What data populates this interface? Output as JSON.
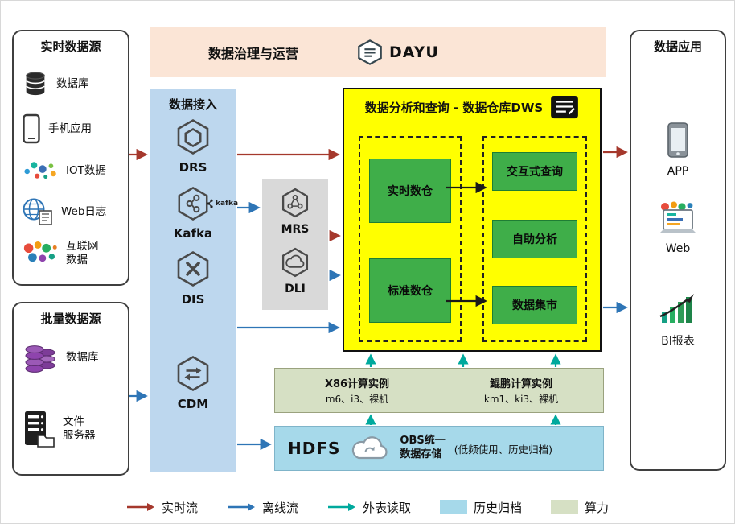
{
  "colors": {
    "realtime_flow": "#a5382c",
    "offline_flow": "#2e75b6",
    "external_read": "#00a99d",
    "archive_bg": "#a6d9ea",
    "compute_bg": "#d6e0c4",
    "dws_bg": "#ffff00",
    "green_box": "#3fae49",
    "ingest_bg": "#bdd7ee",
    "governance_bg": "#fbe5d6",
    "middleware_bg": "#d9d9d9"
  },
  "governance": {
    "title": "数据治理与运营",
    "logo_text": "DAYU"
  },
  "realtime_sources": {
    "title": "实时数据源",
    "items": [
      {
        "label": "数据库",
        "icon": "database-icon"
      },
      {
        "label": "手机应用",
        "icon": "phone-icon"
      },
      {
        "label": "IOT数据",
        "icon": "iot-icon"
      },
      {
        "label": "Web日志",
        "icon": "web-log-icon"
      },
      {
        "label": "互联网\n数据",
        "icon": "internet-data-icon"
      }
    ]
  },
  "batch_sources": {
    "title": "批量数据源",
    "items": [
      {
        "label": "数据库",
        "icon": "database-purple-icon"
      },
      {
        "label": "文件\n服务器",
        "icon": "file-server-icon"
      }
    ]
  },
  "ingestion": {
    "title": "数据接入",
    "items": [
      {
        "label": "DRS",
        "icon": "drs-icon"
      },
      {
        "label": "Kafka",
        "icon": "kafka-icon",
        "badge": "kafka"
      },
      {
        "label": "DIS",
        "icon": "dis-icon"
      },
      {
        "label": "CDM",
        "icon": "cdm-icon"
      }
    ]
  },
  "middleware": {
    "items": [
      {
        "label": "MRS",
        "icon": "mrs-icon"
      },
      {
        "label": "DLI",
        "icon": "dli-icon"
      }
    ]
  },
  "dws": {
    "title": "数据分析和查询 - 数据仓库DWS",
    "warehouses": [
      {
        "label": "实时数仓"
      },
      {
        "label": "标准数仓"
      }
    ],
    "services": [
      {
        "label": "交互式查询"
      },
      {
        "label": "自助分析"
      },
      {
        "label": "数据集市"
      }
    ]
  },
  "compute": {
    "x86": {
      "name": "X86计算实例",
      "spec": "m6、i3、裸机"
    },
    "kunpeng": {
      "name": "鲲鹏计算实例",
      "spec": "km1、ki3、裸机"
    }
  },
  "storage": {
    "hdfs": "HDFS",
    "obs": "OBS统一\n数据存储",
    "note": "(低频使用、历史归档)"
  },
  "applications": {
    "title": "数据应用",
    "items": [
      {
        "label": "APP",
        "icon": "app-icon"
      },
      {
        "label": "Web",
        "icon": "web-browser-icon"
      },
      {
        "label": "BI报表",
        "icon": "bi-report-icon"
      }
    ]
  },
  "legend": {
    "items": [
      {
        "label": "实时流",
        "color": "#a5382c"
      },
      {
        "label": "离线流",
        "color": "#2e75b6"
      },
      {
        "label": "外表读取",
        "color": "#00a99d"
      },
      {
        "label": "历史归档",
        "color": "#a6d9ea"
      },
      {
        "label": "算力",
        "color": "#d6e0c4"
      }
    ]
  }
}
